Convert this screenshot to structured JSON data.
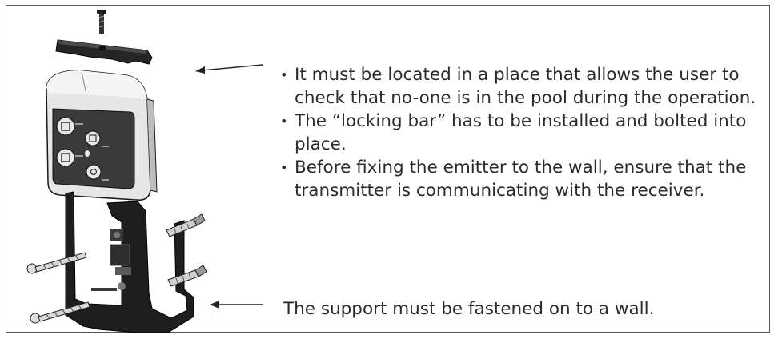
{
  "instructions": {
    "bullets": [
      "It must be located in a place that allows the user to check that no-one is in the pool during the operation.",
      "The “locking bar” has to be installed and bolted into place.",
      "Before fixing the emitter to the wall, ensure that the transmitter is communicating with the receiver."
    ],
    "support_note": "The support must be fastened on to a wall."
  },
  "illustration": {
    "parts": [
      "screw",
      "locking-bar",
      "emitter-housing",
      "wall-support",
      "wall-plug",
      "wood-screw"
    ],
    "colors": {
      "outline": "#1a1a1a",
      "housing": "#e6e6e6",
      "panel": "#3a3a3a",
      "support": "#1e1e1e",
      "plug": "#cfcfcf"
    }
  }
}
